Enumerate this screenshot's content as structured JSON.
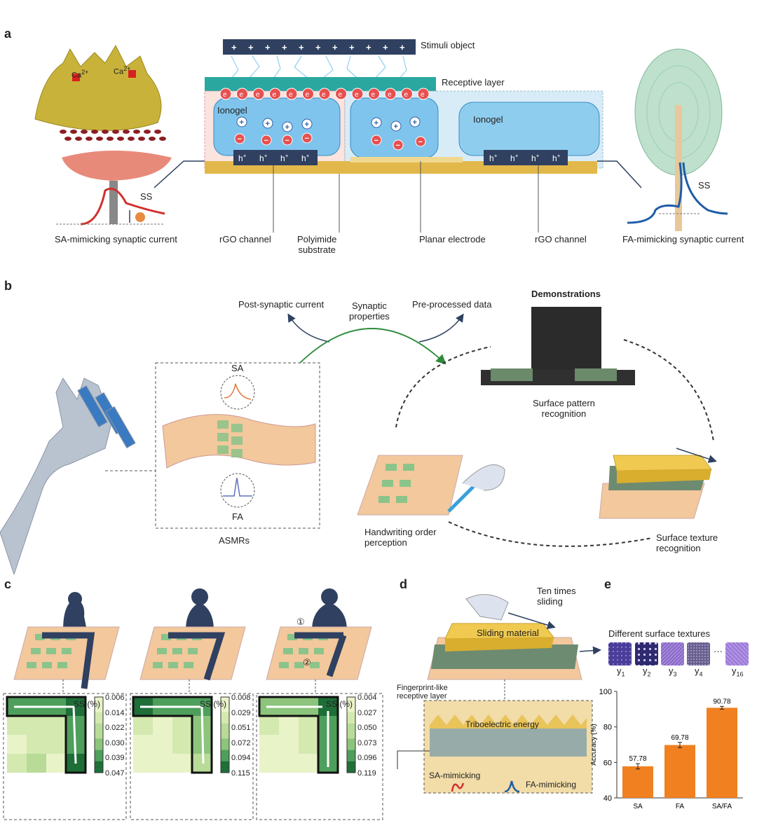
{
  "panels": {
    "a": "a",
    "b": "b",
    "c": "c",
    "d": "d",
    "e": "e"
  },
  "panel_a": {
    "stimuli_object": "Stimuli object",
    "receptive_layer": "Receptive layer",
    "ionogel_left": "Ionogel",
    "ionogel_right": "Ionogel",
    "ca_left": "Ca",
    "ca_right": "Ca",
    "ss_left": "SS",
    "ss_right": "SS",
    "sa_current": "SA-mimicking synaptic current",
    "fa_current": "FA-mimicking synaptic current",
    "rgo_left": "rGO channel",
    "polyimide_1": "Polyimide",
    "polyimide_2": "substrate",
    "planar_electrode": "Planar electrode",
    "rgo_right": "rGO channel",
    "charge_e": "e",
    "charge_h": "h",
    "plus": "+",
    "minus": "−"
  },
  "panel_b": {
    "post_synaptic": "Post-synaptic current",
    "synaptic_1": "Synaptic",
    "synaptic_2": "properties",
    "preprocessed": "Pre-processed data",
    "demonstrations": "Demonstrations",
    "sa": "SA",
    "fa": "FA",
    "asmrs": "ASMRs",
    "surface_pattern_1": "Surface pattern",
    "surface_pattern_2": "recognition",
    "handwriting_1": "Handwriting order",
    "handwriting_2": "perception",
    "texture_1": "Surface texture",
    "texture_2": "recognition"
  },
  "panel_c": {
    "step1": "①",
    "step2": "②",
    "heatmaps": [
      {
        "colorbar_title": "SS (%)",
        "ticks": [
          "0.006",
          "0.014",
          "0.022",
          "0.030",
          "0.039",
          "0.047"
        ]
      },
      {
        "colorbar_title": "SS (%)",
        "ticks": [
          "0.008",
          "0.029",
          "0.051",
          "0.072",
          "0.094",
          "0.115"
        ]
      },
      {
        "colorbar_title": "SS (%)",
        "ticks": [
          "0.004",
          "0.027",
          "0.050",
          "0.073",
          "0.096",
          "0.119"
        ]
      }
    ]
  },
  "panel_d": {
    "ten_times_1": "Ten times",
    "ten_times_2": "sliding",
    "sliding_material": "Sliding material",
    "fingerprint_1": "Fingerprint-like",
    "fingerprint_2": "receptive layer",
    "triboelectric": "Triboelectric energy",
    "sa_mimicking": "SA-mimicking",
    "fa_mimicking": "FA-mimicking"
  },
  "panel_e": {
    "different_textures": "Different surface textures",
    "texture_labels": [
      {
        "base": "y",
        "sub": "1"
      },
      {
        "base": "y",
        "sub": "2"
      },
      {
        "base": "y",
        "sub": "3"
      },
      {
        "base": "y",
        "sub": "4"
      },
      {
        "base": "y",
        "sub": "16"
      }
    ],
    "ellipsis": "···",
    "bar_color": "#F08020"
  },
  "chart_data": {
    "type": "bar",
    "categories": [
      "SA",
      "FA",
      "SA/FA"
    ],
    "values": [
      57.78,
      69.78,
      90.78
    ],
    "errors": [
      1.5,
      1.5,
      0.8
    ],
    "value_labels": [
      "57.78",
      "69.78",
      "90.78"
    ],
    "ylabel": "Accuracy (%)",
    "ylim": [
      40,
      100
    ],
    "yticks": [
      40,
      60,
      80,
      100
    ],
    "grid": false
  }
}
